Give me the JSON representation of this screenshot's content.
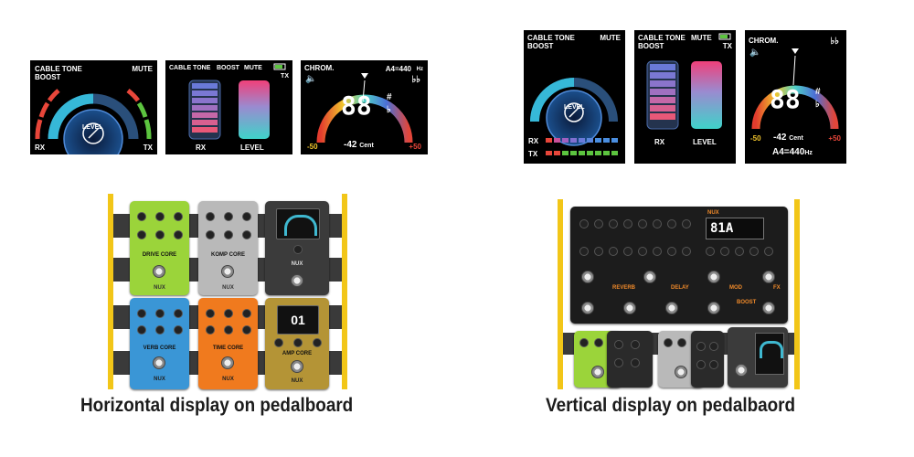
{
  "left_screens": {
    "level": {
      "cable_tone": "CABLE TONE",
      "boost": "BOOST",
      "mute": "MUTE",
      "level": "LEVEL",
      "rx": "RX",
      "tx": "TX"
    },
    "bars": {
      "cable_tone": "CABLE TONE",
      "boost": "BOOST",
      "mute": "MUTE",
      "tx": "TX",
      "rx": "RX",
      "level": "LEVEL"
    },
    "tuner": {
      "chrom": "CHROM.",
      "a4": "A4=440",
      "hz": "Hz",
      "flat_symbol": "♭♭",
      "note": "8",
      "sharp": "#",
      "flat": "♭",
      "cent_value": "-42",
      "cent_unit": "Cent",
      "minus": "-50",
      "plus": "+50"
    }
  },
  "right_screens": {
    "level": {
      "cable_tone": "CABLE TONE",
      "boost": "BOOST",
      "mute": "MUTE",
      "level": "LEVEL",
      "rx": "RX",
      "tx": "TX"
    },
    "bars": {
      "cable_tone": "CABLE TONE",
      "boost": "BOOST",
      "mute": "MUTE",
      "tx": "TX",
      "rx": "RX",
      "level": "LEVEL"
    },
    "tuner": {
      "chrom": "CHROM.",
      "flat_symbol": "♭♭",
      "note": "8",
      "sharp": "#",
      "flat": "♭",
      "cent_value": "-42",
      "cent_unit": "Cent",
      "minus": "-50",
      "plus": "+50",
      "a4": "A4=440",
      "hz": "Hz"
    }
  },
  "left_board": {
    "pedals": [
      {
        "name": "DRIVE CORE",
        "color": "#9bd43a"
      },
      {
        "name": "KOMP CORE",
        "color": "#b9b9b9"
      },
      {
        "name": "",
        "color": "#3b3b3b"
      },
      {
        "name": "VERB CORE",
        "color": "#3a96d6"
      },
      {
        "name": "TIME CORE",
        "color": "#f07a1e"
      },
      {
        "name": "AMP CORE",
        "color": "#b49436"
      }
    ],
    "brand": "NUX",
    "amp_display": "01"
  },
  "right_board": {
    "brand": "NUX",
    "preset": "81A",
    "sections": [
      "REVERB",
      "DELAY",
      "MOD",
      "FX",
      "BOOST"
    ]
  },
  "captions": {
    "left": "Horizontal display on pedalboard",
    "right": "Vertical display on pedalbaord"
  },
  "colors": {
    "rail": "#f2c618",
    "screen_bg": "#000000",
    "teal": "#3fd3c9",
    "red": "#e8463a"
  }
}
